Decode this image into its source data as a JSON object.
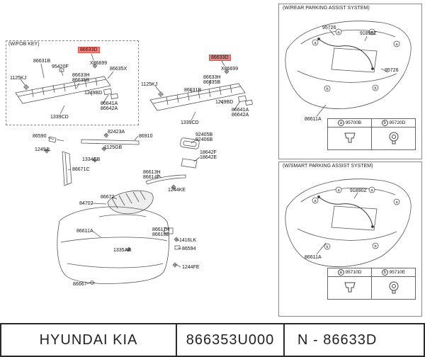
{
  "colors": {
    "highlight": "#f0827d"
  },
  "fob": {
    "title": "(W/FOB KEY)",
    "highlight": "86633D",
    "p86631B": "86631B",
    "p95420F": "95420F",
    "pX86699": "X86699",
    "p86635X": "86635X",
    "p86633H": "86633H",
    "p86635B": "86635B",
    "p1125KJ": "1125KJ",
    "p1249BD": "1249BD",
    "p86641A": "86641A",
    "p86642A": "86642A",
    "p1339CD": "1339CD"
  },
  "mid": {
    "highlight": "86633D",
    "pX86699": "X86699",
    "p86633H": "86633H",
    "p86635B": "86635B",
    "p1125KJ": "1125KJ",
    "p86631B": "86631B",
    "p1249BD": "1249BD",
    "p86641A": "86641A",
    "p86642A": "86642A",
    "p1339CD": "1339CD"
  },
  "main": {
    "p86590": "86590",
    "p82423A": "82423A",
    "p86910": "86910",
    "p1249JL": "1249JL",
    "p1125GB": "1125GB",
    "p1334CB": "1334CB",
    "p86671C": "86671C",
    "p92405B": "92405B",
    "p92406B": "92406B",
    "p18642F": "18642F",
    "p18642E": "18642E",
    "p86613H": "86613H",
    "p86614F": "86614F",
    "p1244KE": "1244KE",
    "p86672": "86672",
    "p84702": "84702",
    "p86611A": "86611A",
    "p86617H": "86617H",
    "p86618E": "86618E",
    "p1416LK": "1416LK",
    "p86594": "86594",
    "p1335AA": "1335AA",
    "p1244FE": "1244FE",
    "p86667": "86667"
  },
  "rear_assist": {
    "title": "(W/REAR PARKING ASSIST SYSTEM)",
    "p95726_1": "95726",
    "p91890Z": "91890Z",
    "p95726_2": "95726",
    "p86611A": "86611A",
    "marker_a": "a",
    "marker_b": "b",
    "legend_a_key": "a",
    "legend_a_val": "95700B",
    "legend_b_key": "b",
    "legend_b_val": "95720D"
  },
  "smart_assist": {
    "title": "(W/SMART PARKING ASSIST SYSTEM)",
    "p91890Z": "91890Z",
    "p86611A": "86611A",
    "marker_a": "a",
    "marker_b": "b",
    "legend_a_key": "a",
    "legend_a_val": "95710D",
    "legend_b_key": "b",
    "legend_b_val": "95710E"
  },
  "footer": {
    "brand": "HYUNDAI KIA",
    "part_number": "866353U000",
    "ref": "N - 86633D"
  }
}
